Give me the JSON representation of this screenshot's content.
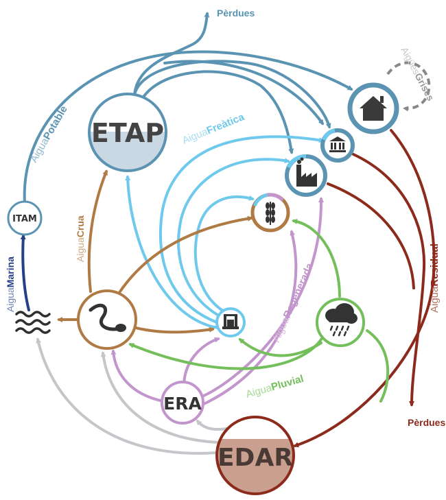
{
  "colors": {
    "potable": "#5b93b3",
    "freatica": "#6ec9ec",
    "crua": "#b07a45",
    "regenerada": "#c295cc",
    "pluvial": "#74bf5c",
    "residual": "#8c2a1c",
    "marina": "#263f86",
    "grises": "#888888",
    "grey": "#c4c6c9"
  },
  "nodes": {
    "etap": "ETAP",
    "itam": "ITAM",
    "era": "ERA",
    "edar": "EDAR"
  },
  "icons": {
    "house": "house-icon",
    "museum": "public-building-icon",
    "factory": "factory-icon",
    "wheat": "agriculture-wheat-icon",
    "well": "groundwater-well-icon",
    "rain": "rain-cloud-icon",
    "river": "river-icon",
    "sea": "sea-waves-icon"
  },
  "labels": {
    "perdues_top": "Pèrdues",
    "perdues_bottom": "Pèrdues",
    "potable": {
      "pre": "Aigua",
      "main": "Potable"
    },
    "freatica": {
      "pre": "Aigua",
      "main": "Freàtica"
    },
    "crua": {
      "pre": "Aigua",
      "main": "Crua"
    },
    "marina": {
      "pre": "Aigua",
      "main": "Marina"
    },
    "regenerada": {
      "pre": "Aigua",
      "main": "Regenerada"
    },
    "pluvial": {
      "pre": "Aigua",
      "main": "Pluvial"
    },
    "residual": {
      "pre": "Aigua",
      "main": "Residual"
    },
    "grises": {
      "pre": "Aigües",
      "main": "Grises"
    }
  }
}
